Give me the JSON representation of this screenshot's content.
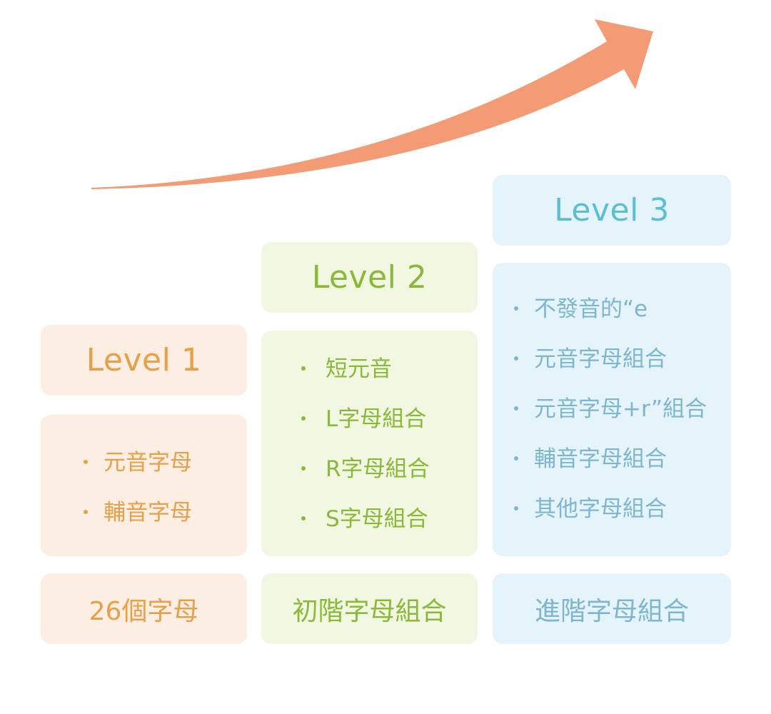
{
  "colors": {
    "arrow": "#f39b74",
    "level1": "#e8a048",
    "level1_bg": "#fdeee3",
    "level2": "#8ab93a",
    "level2_bg": "#f2f7e2",
    "level3_title": "#5bbfd3",
    "level3_text": "#7fb6cf",
    "level3_bg": "#e5f3fb"
  },
  "levels": [
    {
      "title": "Level 1",
      "items": [
        "元音字母",
        "輔音字母"
      ],
      "footer": "26個字母"
    },
    {
      "title": "Level 2",
      "items": [
        "短元音",
        "L字母組合",
        "R字母組合",
        "S字母組合"
      ],
      "footer": "初階字母組合"
    },
    {
      "title": "Level 3",
      "items": [
        "不發音的“e",
        "元音字母組合",
        "元音字母+r”組合",
        "輔音字母組合",
        "其他字母組合"
      ],
      "footer": "進階字母組合"
    }
  ]
}
